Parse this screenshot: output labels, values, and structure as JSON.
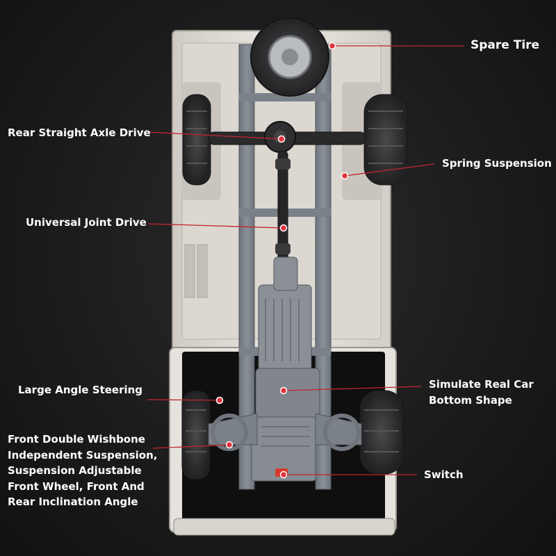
{
  "labels": {
    "spare_tire": "Spare Tire",
    "rear_axle": "Rear Straight Axle Drive",
    "spring_suspension": "Spring Suspension",
    "universal_joint": "Universal Joint Drive",
    "large_angle_steering": "Large Angle Steering",
    "bottom_shape": [
      "Simulate Real Car",
      "Bottom Shape"
    ],
    "front_suspension": [
      "Front Double Wishbone",
      "Independent Suspension,",
      "Suspension Adjustable",
      "Front Wheel, Front And",
      "Rear Inclination Angle"
    ],
    "switch": "Switch"
  },
  "colors": {
    "background": "#1c1c1c",
    "leader_line": "#c0262f",
    "label_text": "#ffffff",
    "chassis_gray": "#7b8188",
    "body_shell": "#e4e1dc",
    "tire": "#3a3a3c"
  }
}
